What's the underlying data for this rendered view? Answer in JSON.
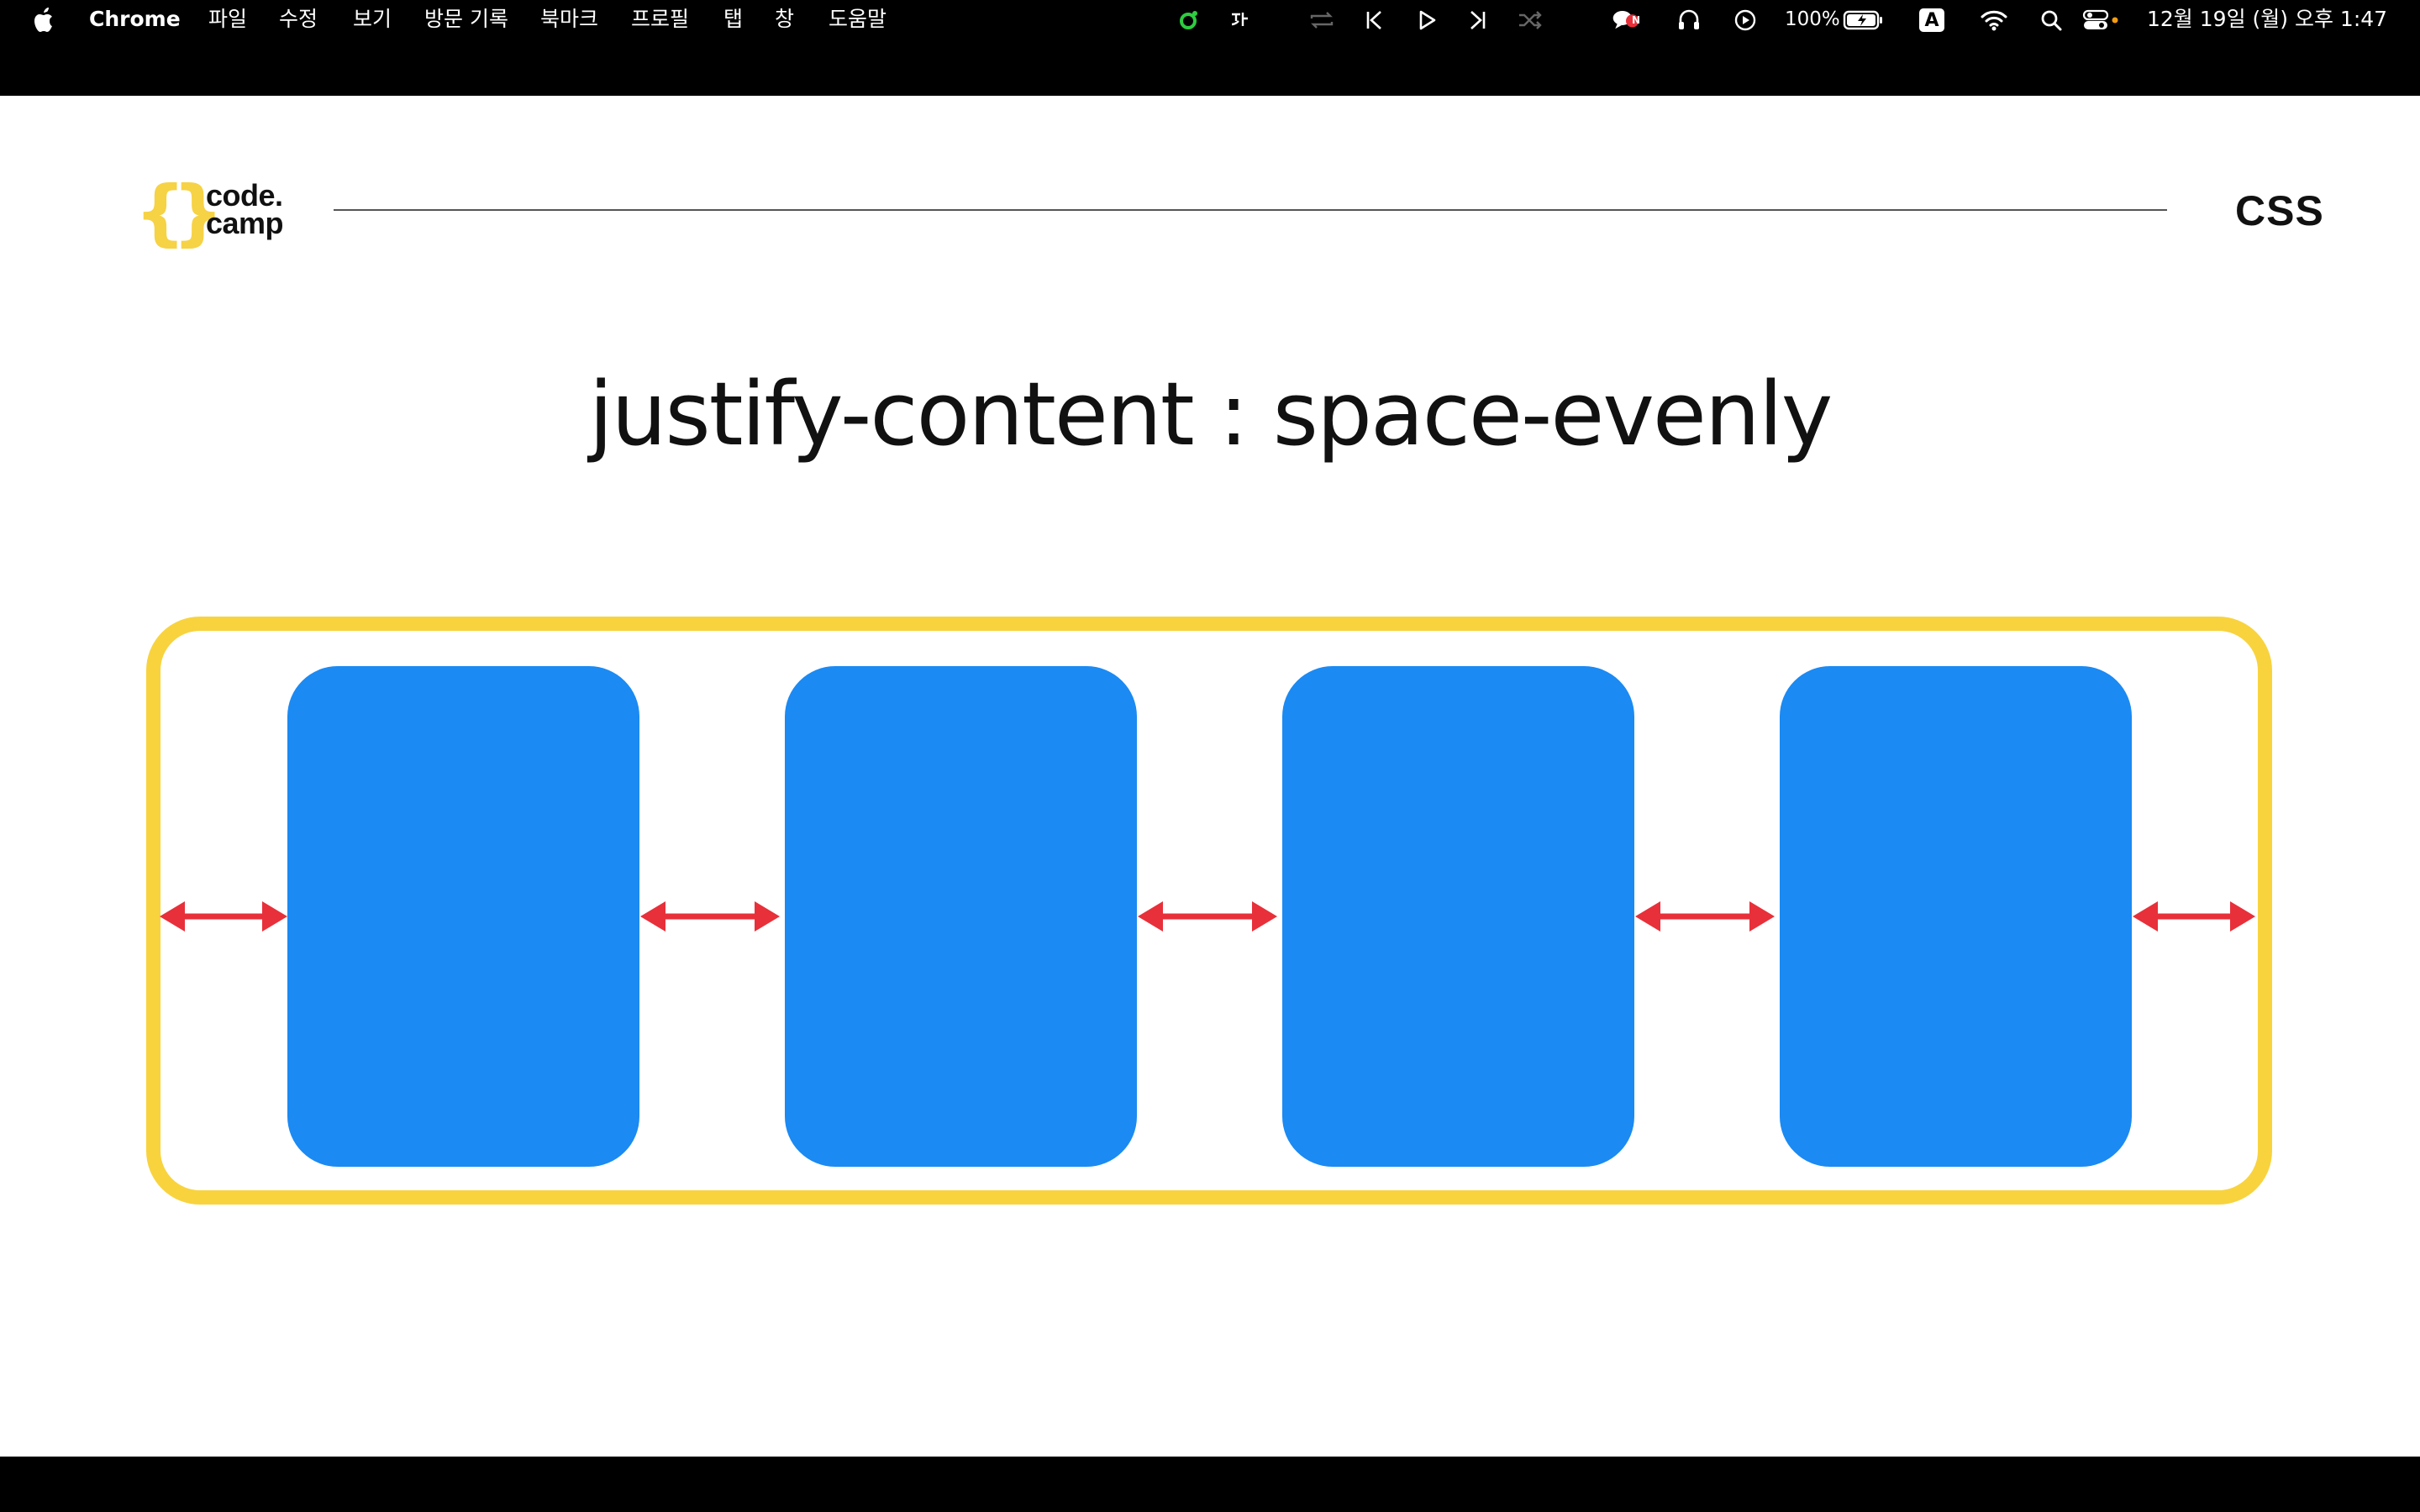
{
  "menubar": {
    "app_name": "Chrome",
    "menus": [
      "파일",
      "수정",
      "보기",
      "방문 기록",
      "북마크",
      "프로필",
      "탭",
      "창",
      "도움말"
    ],
    "battery": "100%",
    "input_source": "A",
    "datetime": "12월 19일 (월) 오후 1:47",
    "icons": [
      "apple-icon",
      "music-status-icon",
      "lyrics-icon",
      "repeat-icon",
      "previous-track-icon",
      "play-icon",
      "next-track-icon",
      "shuffle-icon",
      "chat-notification-icon",
      "headphones-icon",
      "media-play-icon",
      "battery-icon",
      "wifi-icon",
      "search-icon",
      "control-center-icon"
    ],
    "notification_badge": "N"
  },
  "slide": {
    "logo_line1": "code.",
    "logo_line2": "camp",
    "logo_braces": [
      "{",
      "}"
    ],
    "topic": "CSS",
    "title": "justify-content : space-evenly",
    "flex_items_count": 4,
    "colors": {
      "container_border": "#f8d33e",
      "item_fill": "#1b8af3",
      "arrow": "#e8303a",
      "logo_brace": "#f6d245"
    }
  }
}
